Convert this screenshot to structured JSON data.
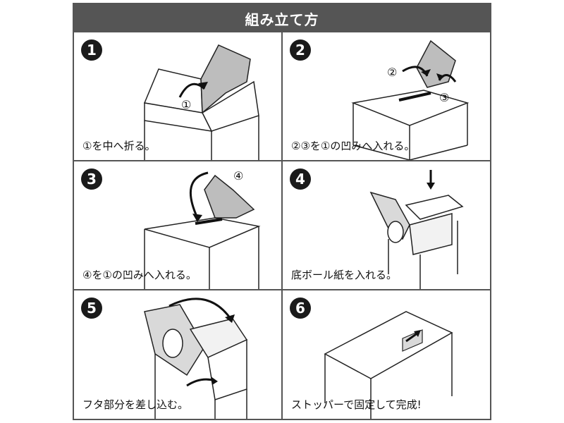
{
  "title": "組み立て方",
  "steps": [
    {
      "number": "1",
      "caption": "①を中へ折る。",
      "marks": [
        "①"
      ]
    },
    {
      "number": "2",
      "caption": "②③を①の凹みへ入れる。",
      "marks": [
        "②",
        "③"
      ]
    },
    {
      "number": "3",
      "caption": "④を①の凹みへ入れる。",
      "marks": [
        "④"
      ]
    },
    {
      "number": "4",
      "caption": "底ボール紙を入れる。",
      "marks": []
    },
    {
      "number": "5",
      "caption": "フタ部分を差し込む。",
      "marks": []
    },
    {
      "number": "6",
      "caption": "ストッパーで固定して完成!",
      "marks": []
    }
  ],
  "colors": {
    "frame": "#555555",
    "badge": "#1a1a1a",
    "flap": "#bdbdbd"
  }
}
